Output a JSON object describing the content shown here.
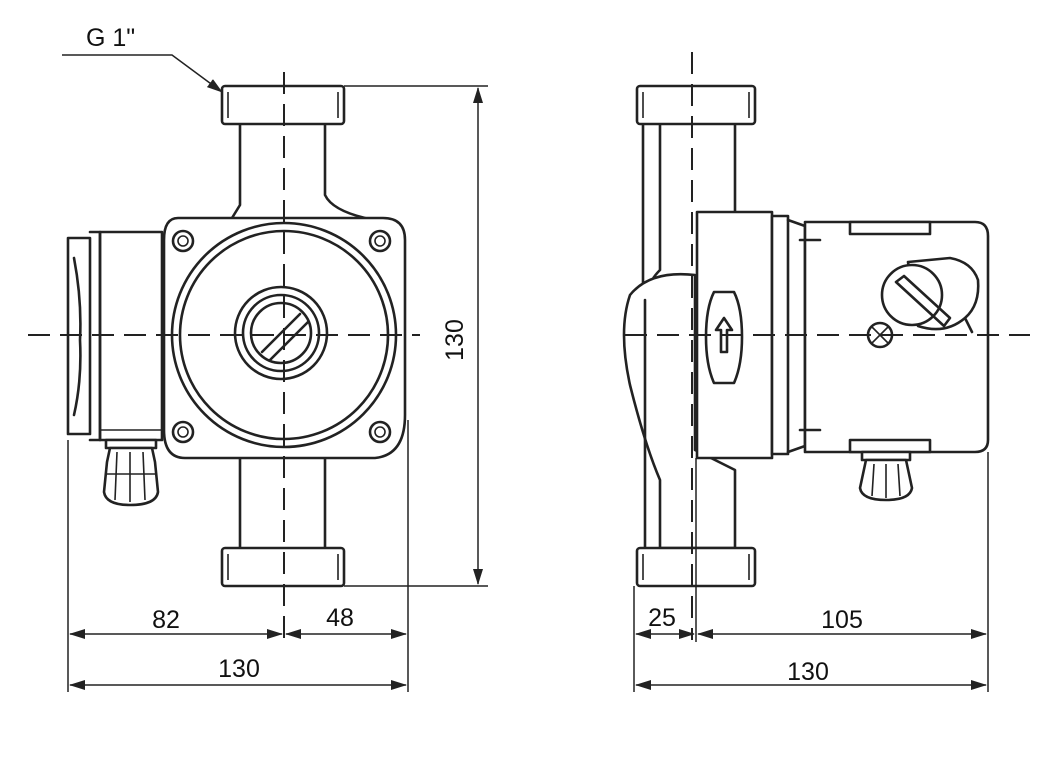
{
  "diagram": {
    "thread_label": "G 1\"",
    "front_view": {
      "height_dim": "130",
      "width_left_dim": "82",
      "width_right_dim": "48",
      "total_width_dim": "130"
    },
    "side_view": {
      "flange_dim": "25",
      "motor_dim": "105",
      "total_width_dim": "130"
    }
  }
}
